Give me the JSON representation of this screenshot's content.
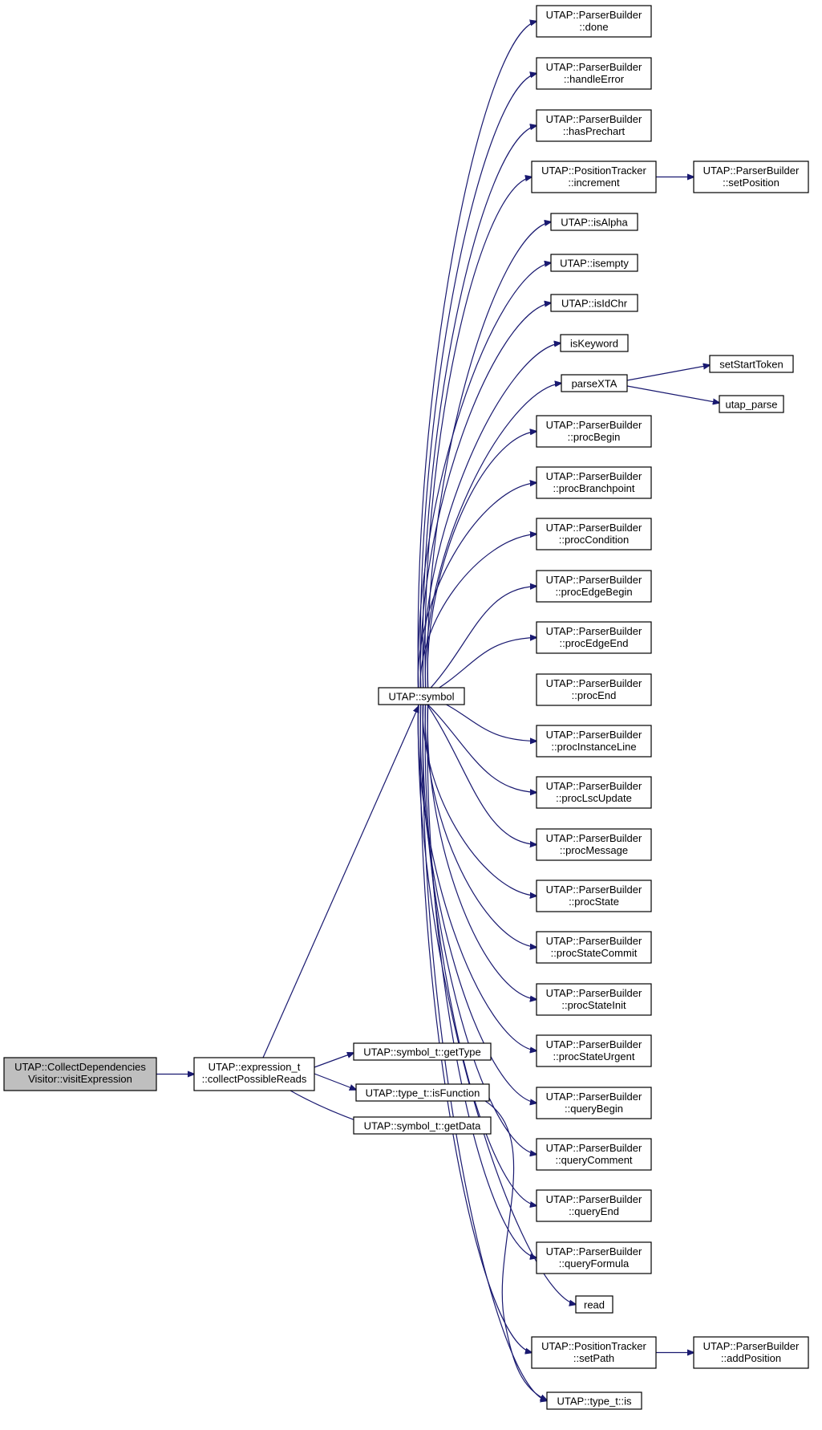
{
  "graph_type": "doxygen call graph",
  "colors": {
    "edge": "#191970",
    "node_border": "#000000",
    "root_fill": "#bfbfbf",
    "node_fill": "#ffffff"
  },
  "nodes": {
    "root": [
      "UTAP::CollectDependencies",
      "Visitor::visitExpression"
    ],
    "collect": [
      "UTAP::expression_t",
      "::collectPossibleReads"
    ],
    "symbol": [
      "UTAP::symbol"
    ],
    "getType": [
      "UTAP::symbol_t::getType"
    ],
    "isFunction": [
      "UTAP::type_t::isFunction"
    ],
    "getData": [
      "UTAP::symbol_t::getData"
    ],
    "done": [
      "UTAP::ParserBuilder",
      "::done"
    ],
    "handleError": [
      "UTAP::ParserBuilder",
      "::handleError"
    ],
    "hasPrechart": [
      "UTAP::ParserBuilder",
      "::hasPrechart"
    ],
    "increment": [
      "UTAP::PositionTracker",
      "::increment"
    ],
    "setPosition": [
      "UTAP::ParserBuilder",
      "::setPosition"
    ],
    "isAlpha": [
      "UTAP::isAlpha"
    ],
    "isempty": [
      "UTAP::isempty"
    ],
    "isIdChr": [
      "UTAP::isIdChr"
    ],
    "isKeyword": [
      "isKeyword"
    ],
    "parseXTA": [
      "parseXTA"
    ],
    "setStartToken": [
      "setStartToken"
    ],
    "utap_parse": [
      "utap_parse"
    ],
    "procBegin": [
      "UTAP::ParserBuilder",
      "::procBegin"
    ],
    "procBranchpoint": [
      "UTAP::ParserBuilder",
      "::procBranchpoint"
    ],
    "procCondition": [
      "UTAP::ParserBuilder",
      "::procCondition"
    ],
    "procEdgeBegin": [
      "UTAP::ParserBuilder",
      "::procEdgeBegin"
    ],
    "procEdgeEnd": [
      "UTAP::ParserBuilder",
      "::procEdgeEnd"
    ],
    "procEnd": [
      "UTAP::ParserBuilder",
      "::procEnd"
    ],
    "procInstanceLine": [
      "UTAP::ParserBuilder",
      "::procInstanceLine"
    ],
    "procLscUpdate": [
      "UTAP::ParserBuilder",
      "::procLscUpdate"
    ],
    "procMessage": [
      "UTAP::ParserBuilder",
      "::procMessage"
    ],
    "procState": [
      "UTAP::ParserBuilder",
      "::procState"
    ],
    "procStateCommit": [
      "UTAP::ParserBuilder",
      "::procStateCommit"
    ],
    "procStateInit": [
      "UTAP::ParserBuilder",
      "::procStateInit"
    ],
    "procStateUrgent": [
      "UTAP::ParserBuilder",
      "::procStateUrgent"
    ],
    "queryBegin": [
      "UTAP::ParserBuilder",
      "::queryBegin"
    ],
    "queryComment": [
      "UTAP::ParserBuilder",
      "::queryComment"
    ],
    "queryEnd": [
      "UTAP::ParserBuilder",
      "::queryEnd"
    ],
    "queryFormula": [
      "UTAP::ParserBuilder",
      "::queryFormula"
    ],
    "read": [
      "read"
    ],
    "setPath": [
      "UTAP::PositionTracker",
      "::setPath"
    ],
    "addPosition": [
      "UTAP::ParserBuilder",
      "::addPosition"
    ],
    "is": [
      "UTAP::type_t::is"
    ]
  }
}
